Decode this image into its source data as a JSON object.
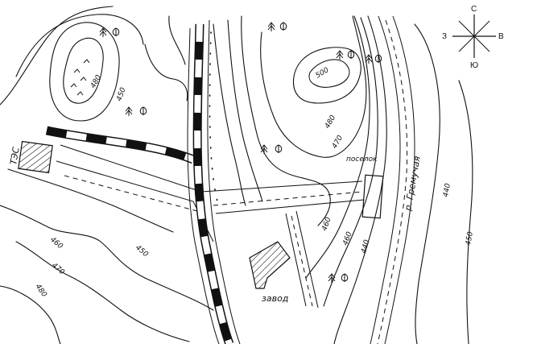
{
  "map": {
    "compass": {
      "north": "С",
      "south": "Ю",
      "west": "З",
      "east": "В"
    },
    "contour_labels": [
      "480",
      "450",
      "460",
      "470",
      "450",
      "480",
      "500",
      "480",
      "470",
      "460",
      "460",
      "440",
      "440",
      "450"
    ],
    "labels": {
      "tes": "ТЭС",
      "poselok": "поселок",
      "zavod": "завод",
      "river": "р. Гремучая"
    },
    "symbols": [
      "forest-icon",
      "swamp-icon",
      "railway",
      "road",
      "building",
      "river"
    ]
  }
}
